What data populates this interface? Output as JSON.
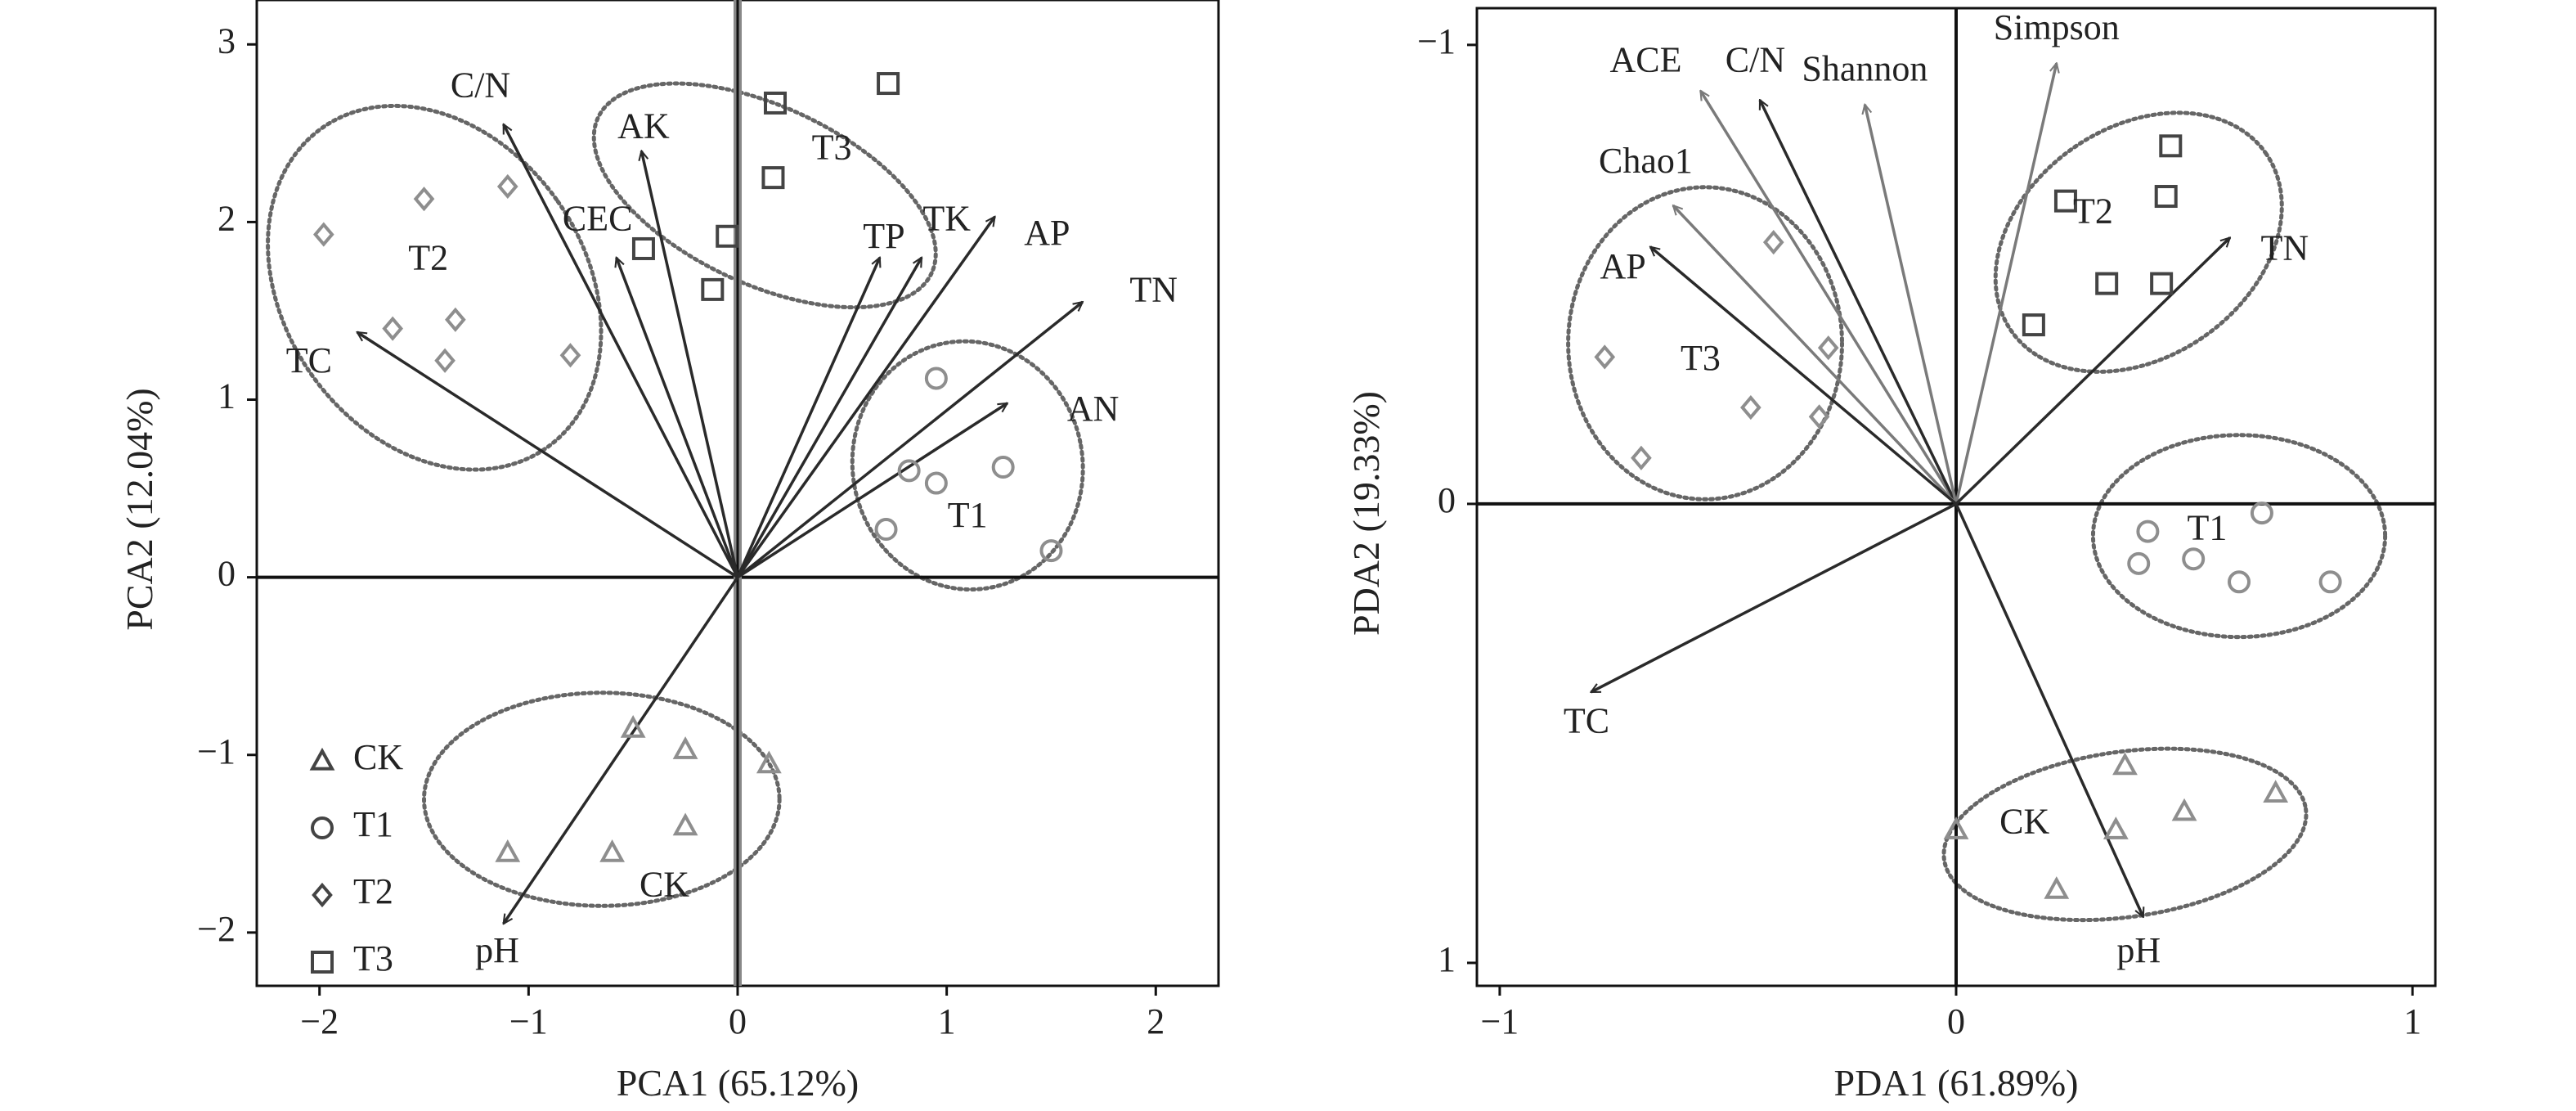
{
  "colors": {
    "arrow_env": "#2a2a2a",
    "arrow_div": "#7a7a7a",
    "marker_dark": "#444444",
    "marker_light": "#8e8e8e",
    "ellipse": "#666666",
    "axis": "#111111",
    "zero_line_pca_y": "#888888"
  },
  "chart_data": [
    {
      "type": "scatter",
      "subtype": "biplot",
      "title": "",
      "xlabel": "PCA1 (65.12%)",
      "ylabel": "PCA2 (12.04%)",
      "xlim": [
        -2.3,
        2.3
      ],
      "ylim": [
        -2.3,
        3.25
      ],
      "y_inverted": false,
      "xticks": [
        -2,
        -1,
        0,
        1,
        2
      ],
      "yticks": [
        -2,
        -1,
        0,
        1,
        2,
        3
      ],
      "xtick_labels": [
        "−2",
        "−1",
        "0",
        "1",
        "2"
      ],
      "ytick_labels": [
        "−2",
        "−1",
        "0",
        "1",
        "2",
        "3"
      ],
      "grid": false,
      "zero_lines": true,
      "legend": {
        "position": "bottom-left",
        "entries": [
          {
            "label": "CK",
            "marker": "triangle"
          },
          {
            "label": "T1",
            "marker": "circle"
          },
          {
            "label": "T2",
            "marker": "diamond"
          },
          {
            "label": "T3",
            "marker": "square"
          }
        ]
      },
      "series": [
        {
          "name": "CK",
          "marker": "triangle",
          "shade": "light",
          "points": [
            [
              -0.5,
              -0.85
            ],
            [
              -0.25,
              -0.97
            ],
            [
              0.15,
              -1.05
            ],
            [
              -1.1,
              -1.55
            ],
            [
              -0.6,
              -1.55
            ],
            [
              -0.25,
              -1.4
            ]
          ]
        },
        {
          "name": "T1",
          "marker": "circle",
          "shade": "light",
          "points": [
            [
              0.95,
              1.12
            ],
            [
              0.82,
              0.6
            ],
            [
              0.95,
              0.53
            ],
            [
              1.27,
              0.62
            ],
            [
              0.71,
              0.27
            ],
            [
              1.5,
              0.15
            ]
          ]
        },
        {
          "name": "T2",
          "marker": "diamond",
          "shade": "light",
          "points": [
            [
              -1.98,
              1.93
            ],
            [
              -1.5,
              2.13
            ],
            [
              -1.1,
              2.2
            ],
            [
              -1.65,
              1.4
            ],
            [
              -1.35,
              1.45
            ],
            [
              -1.4,
              1.22
            ],
            [
              -0.8,
              1.25
            ]
          ]
        },
        {
          "name": "T3",
          "marker": "square",
          "shade": "dark",
          "points": [
            [
              0.18,
              2.67
            ],
            [
              0.72,
              2.78
            ],
            [
              0.17,
              2.25
            ],
            [
              -0.45,
              1.85
            ],
            [
              -0.05,
              1.92
            ],
            [
              -0.12,
              1.62
            ]
          ]
        }
      ],
      "group_labels": [
        {
          "text": "T2",
          "x": -1.48,
          "y": 1.78
        },
        {
          "text": "T3",
          "x": 0.45,
          "y": 2.4
        },
        {
          "text": "T1",
          "x": 1.1,
          "y": 0.33
        },
        {
          "text": "CK",
          "x": -0.35,
          "y": -1.75
        }
      ],
      "ellipses": [
        {
          "group": "T2",
          "cx": -1.45,
          "cy": 1.63,
          "rx": 0.72,
          "ry": 1.1,
          "angle": -35
        },
        {
          "group": "T3",
          "cx": 0.13,
          "cy": 2.15,
          "rx": 0.88,
          "ry": 0.5,
          "angle": 25
        },
        {
          "group": "T1",
          "cx": 1.1,
          "cy": 0.63,
          "rx": 0.55,
          "ry": 0.7,
          "angle": -10
        },
        {
          "group": "CK",
          "cx": -0.65,
          "cy": -1.25,
          "rx": 0.85,
          "ry": 0.6,
          "angle": 0
        }
      ],
      "vectors": [
        {
          "label": "C/N",
          "x": -1.12,
          "y": 2.55,
          "shade": "dark",
          "lx": -1.23,
          "ly": 2.75
        },
        {
          "label": "AK",
          "x": -0.46,
          "y": 2.4,
          "shade": "dark",
          "lx": -0.45,
          "ly": 2.52
        },
        {
          "label": "CEC",
          "x": -0.58,
          "y": 1.8,
          "shade": "dark",
          "lx": -0.67,
          "ly": 2.0
        },
        {
          "label": "TC",
          "x": -1.82,
          "y": 1.38,
          "shade": "dark",
          "lx": -2.05,
          "ly": 1.2
        },
        {
          "label": "TP",
          "x": 0.68,
          "y": 1.8,
          "shade": "dark",
          "lx": 0.7,
          "ly": 1.9
        },
        {
          "label": "TK",
          "x": 0.88,
          "y": 1.8,
          "shade": "dark",
          "lx": 1.0,
          "ly": 2.0
        },
        {
          "label": "AP",
          "x": 1.23,
          "y": 2.03,
          "shade": "dark",
          "lx": 1.48,
          "ly": 1.92
        },
        {
          "label": "TN",
          "x": 1.65,
          "y": 1.55,
          "shade": "dark",
          "lx": 1.99,
          "ly": 1.6
        },
        {
          "label": "AN",
          "x": 1.29,
          "y": 0.98,
          "shade": "dark",
          "lx": 1.7,
          "ly": 0.93
        },
        {
          "label": "pH",
          "x": -1.12,
          "y": -1.95,
          "shade": "dark",
          "lx": -1.15,
          "ly": -2.12
        }
      ]
    },
    {
      "type": "scatter",
      "subtype": "biplot",
      "title": "",
      "xlabel": "PDA1 (61.89%)",
      "ylabel": "PDA2 (19.33%)",
      "xlim": [
        -1.05,
        1.05
      ],
      "ylim": [
        -1.08,
        1.05
      ],
      "y_inverted": true,
      "xticks": [
        -1,
        0,
        1
      ],
      "yticks": [
        -1,
        0,
        1
      ],
      "xtick_labels": [
        "−1",
        "0",
        "1"
      ],
      "ytick_labels": [
        "−1",
        "0",
        "1"
      ],
      "grid": false,
      "zero_lines": true,
      "series": [
        {
          "name": "CK",
          "marker": "triangle",
          "shade": "light",
          "points": [
            [
              0.37,
              0.57
            ],
            [
              0.0,
              0.71
            ],
            [
              0.35,
              0.71
            ],
            [
              0.5,
              0.67
            ],
            [
              0.7,
              0.63
            ],
            [
              0.22,
              0.84
            ]
          ]
        },
        {
          "name": "T1",
          "marker": "circle",
          "shade": "light",
          "points": [
            [
              0.42,
              0.06
            ],
            [
              0.52,
              0.12
            ],
            [
              0.67,
              0.02
            ],
            [
              0.4,
              0.13
            ],
            [
              0.62,
              0.17
            ],
            [
              0.82,
              0.17
            ]
          ]
        },
        {
          "name": "T2",
          "marker": "square",
          "shade": "dark",
          "points": [
            [
              0.47,
              -0.78
            ],
            [
              0.24,
              -0.66
            ],
            [
              0.46,
              -0.67
            ],
            [
              0.33,
              -0.48
            ],
            [
              0.45,
              -0.48
            ],
            [
              0.17,
              -0.39
            ]
          ]
        },
        {
          "name": "T3",
          "marker": "diamond",
          "shade": "light",
          "points": [
            [
              -0.4,
              -0.57
            ],
            [
              -0.28,
              -0.34
            ],
            [
              -0.77,
              -0.32
            ],
            [
              -0.45,
              -0.21
            ],
            [
              -0.3,
              -0.19
            ],
            [
              -0.69,
              -0.1
            ]
          ]
        }
      ],
      "group_labels": [
        {
          "text": "T2",
          "x": 0.3,
          "y": -0.63
        },
        {
          "text": "T3",
          "x": -0.56,
          "y": -0.31
        },
        {
          "text": "T1",
          "x": 0.55,
          "y": 0.06
        },
        {
          "text": "CK",
          "x": 0.15,
          "y": 0.7
        }
      ],
      "ellipses": [
        {
          "group": "T2",
          "cx": 0.4,
          "cy": -0.57,
          "rx": 0.34,
          "ry": 0.25,
          "angle": -35
        },
        {
          "group": "T3",
          "cx": -0.55,
          "cy": -0.35,
          "rx": 0.3,
          "ry": 0.34,
          "angle": 0
        },
        {
          "group": "T1",
          "cx": 0.62,
          "cy": 0.07,
          "rx": 0.32,
          "ry": 0.22,
          "angle": 0
        },
        {
          "group": "CK",
          "cx": 0.37,
          "cy": 0.72,
          "rx": 0.4,
          "ry": 0.18,
          "angle": -8
        }
      ],
      "vectors": [
        {
          "label": "ACE",
          "x": -0.56,
          "y": -0.9,
          "shade": "light",
          "lx": -0.68,
          "ly": -0.96
        },
        {
          "label": "C/N",
          "x": -0.43,
          "y": -0.88,
          "shade": "dark",
          "lx": -0.44,
          "ly": -0.96
        },
        {
          "label": "Shannon",
          "x": -0.2,
          "y": -0.87,
          "shade": "light",
          "lx": -0.2,
          "ly": -0.94
        },
        {
          "label": "Simpson",
          "x": 0.22,
          "y": -0.96,
          "shade": "light",
          "lx": 0.22,
          "ly": -1.03
        },
        {
          "label": "Chao1",
          "x": -0.62,
          "y": -0.65,
          "shade": "light",
          "lx": -0.68,
          "ly": -0.74
        },
        {
          "label": "AP",
          "x": -0.67,
          "y": -0.56,
          "shade": "dark",
          "lx": -0.73,
          "ly": -0.51
        },
        {
          "label": "TN",
          "x": 0.6,
          "y": -0.58,
          "shade": "dark",
          "lx": 0.72,
          "ly": -0.55
        },
        {
          "label": "TC",
          "x": -0.8,
          "y": 0.41,
          "shade": "dark",
          "lx": -0.81,
          "ly": 0.48
        },
        {
          "label": "pH",
          "x": 0.41,
          "y": 0.9,
          "shade": "dark",
          "lx": 0.4,
          "ly": 0.98
        }
      ]
    }
  ]
}
